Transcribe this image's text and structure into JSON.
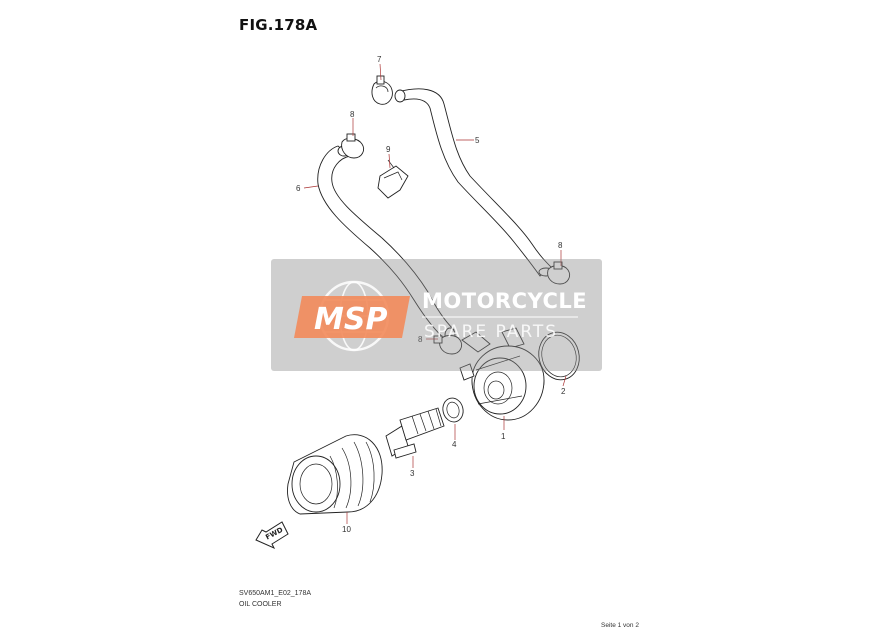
{
  "figure": {
    "title": "FIG.178A",
    "code": "SV650AM1_E02_178A",
    "name": "OIL COOLER",
    "page_label": "Seite 1 von 2"
  },
  "callouts": [
    "1",
    "2",
    "3",
    "4",
    "5",
    "6",
    "7",
    "8",
    "9",
    "10"
  ],
  "watermark": {
    "logo_text": "MSP",
    "line1": "MOTORCYCLE",
    "line2": "SPARE PARTS",
    "accent_color": "#f28a5a"
  },
  "direction_arrow": {
    "label": "FWD"
  }
}
